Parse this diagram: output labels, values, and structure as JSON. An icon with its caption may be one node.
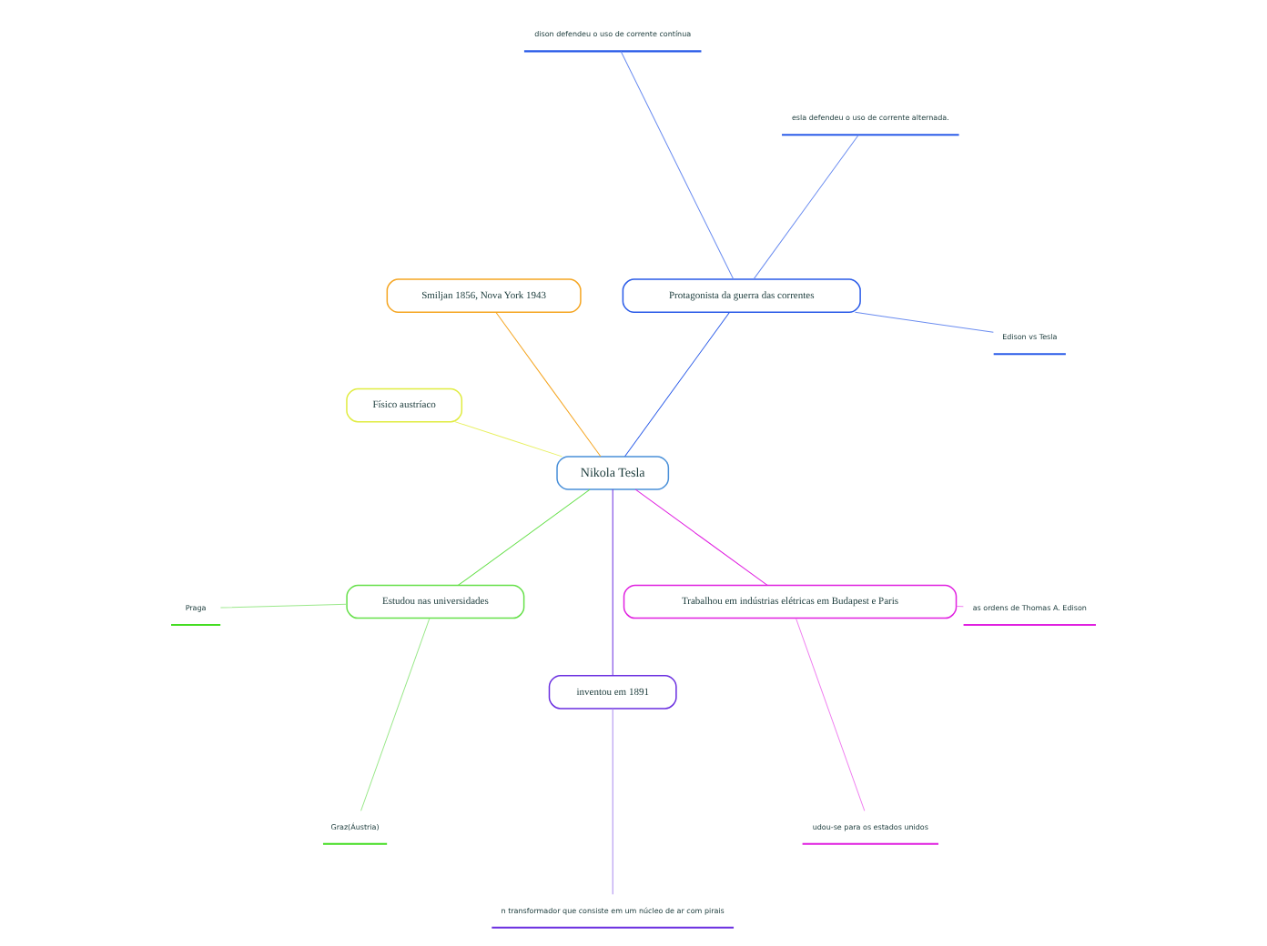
{
  "diagram": {
    "nodes": [
      {
        "text": [
          "Nikola Tesla"
        ]
      },
      {
        "text": [
          "Protagonista da guerra das correntes"
        ]
      },
      {
        "text": [
          "Edison vs Tesla"
        ]
      },
      {
        "text": [
          "esla defendeu o uso de corrente alternada."
        ]
      },
      {
        "text": [
          "dison defendeu o uso de corrente contínua"
        ]
      },
      {
        "text": [
          "Smiljan 1856, Nova York 1943"
        ]
      },
      {
        "text": [
          "Físico austríaco"
        ]
      },
      {
        "text": [
          "Estudou nas universidades"
        ]
      },
      {
        "text": [
          "Praga"
        ]
      },
      {
        "text": [
          "Graz(Áustria)"
        ]
      },
      {
        "text": [
          "inventou em 1891"
        ]
      },
      {
        "text": [
          "n transformador que consiste em um núcleo de ar com pirais"
        ]
      },
      {
        "text": [
          "Trabalhou em indústrias elétricas em Budapest e Paris"
        ]
      },
      {
        "text": [
          "udou-se para os estados unidos"
        ]
      },
      {
        "text": [
          "as ordens de Thomas A. Edison"
        ]
      }
    ],
    "edges": [
      {
        "from": 0,
        "to": 1,
        "arrow": "none",
        "color": "#2a5be8"
      },
      {
        "from": 1,
        "to": 2,
        "arrow": "none",
        "color": "#6a8cf0"
      },
      {
        "from": 1,
        "to": 3,
        "arrow": "none",
        "color": "#6a8cf0"
      },
      {
        "from": 1,
        "to": 4,
        "arrow": "none",
        "color": "#6a8cf0"
      },
      {
        "from": 0,
        "to": 5,
        "arrow": "none",
        "color": "#f5a623"
      },
      {
        "from": 0,
        "to": 6,
        "arrow": "none",
        "color": "#e8f060"
      },
      {
        "from": 0,
        "to": 7,
        "arrow": "none",
        "color": "#66e04a"
      },
      {
        "from": 7,
        "to": 8,
        "arrow": "none",
        "color": "#9ae88a"
      },
      {
        "from": 7,
        "to": 9,
        "arrow": "none",
        "color": "#9ae88a"
      },
      {
        "from": 0,
        "to": 10,
        "arrow": "none",
        "color": "#6a2ee0"
      },
      {
        "from": 10,
        "to": 11,
        "arrow": "none",
        "color": "#a98af0"
      },
      {
        "from": 0,
        "to": 12,
        "arrow": "none",
        "color": "#e020e0"
      },
      {
        "from": 12,
        "to": 13,
        "arrow": "none",
        "color": "#f080f0"
      },
      {
        "from": 12,
        "to": 14,
        "arrow": "none",
        "color": "#f080f0"
      }
    ]
  }
}
